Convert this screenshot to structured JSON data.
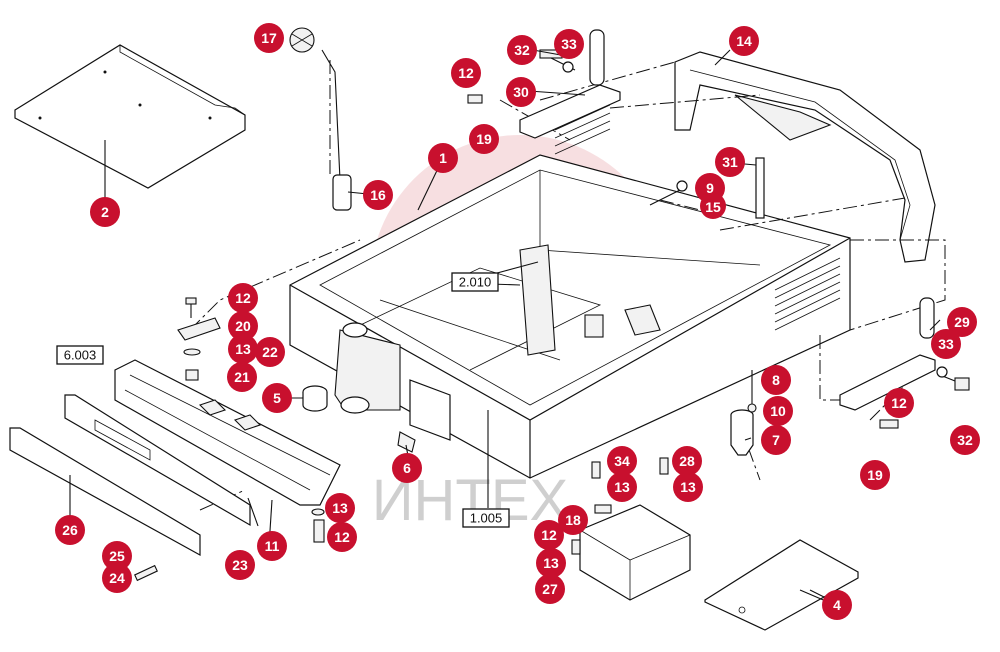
{
  "colors": {
    "callout": "#c8102e",
    "callout_text": "#ffffff",
    "line": "#111111",
    "watermark": "#e8a3a8"
  },
  "watermark_text": "ИНТЕХ",
  "references": [
    {
      "id": "ref-2010",
      "label": "2.010"
    },
    {
      "id": "ref-6003",
      "label": "6.003"
    },
    {
      "id": "ref-1005",
      "label": "1.005"
    }
  ],
  "callouts": [
    {
      "id": "c1",
      "label": "1"
    },
    {
      "id": "c2",
      "label": "2"
    },
    {
      "id": "c4",
      "label": "4"
    },
    {
      "id": "c5",
      "label": "5"
    },
    {
      "id": "c6",
      "label": "6"
    },
    {
      "id": "c7",
      "label": "7"
    },
    {
      "id": "c8",
      "label": "8"
    },
    {
      "id": "c9",
      "label": "9"
    },
    {
      "id": "c10",
      "label": "10"
    },
    {
      "id": "c11",
      "label": "11"
    },
    {
      "id": "c12a",
      "label": "12"
    },
    {
      "id": "c12b",
      "label": "12"
    },
    {
      "id": "c12c",
      "label": "12"
    },
    {
      "id": "c12d",
      "label": "12"
    },
    {
      "id": "c12e",
      "label": "12"
    },
    {
      "id": "c13a",
      "label": "13"
    },
    {
      "id": "c13b",
      "label": "13"
    },
    {
      "id": "c13c",
      "label": "13"
    },
    {
      "id": "c13d",
      "label": "13"
    },
    {
      "id": "c13e",
      "label": "13"
    },
    {
      "id": "c14",
      "label": "14"
    },
    {
      "id": "c15",
      "label": "15"
    },
    {
      "id": "c16",
      "label": "16"
    },
    {
      "id": "c17",
      "label": "17"
    },
    {
      "id": "c18",
      "label": "18"
    },
    {
      "id": "c19a",
      "label": "19"
    },
    {
      "id": "c19b",
      "label": "19"
    },
    {
      "id": "c20",
      "label": "20"
    },
    {
      "id": "c21",
      "label": "21"
    },
    {
      "id": "c22",
      "label": "22"
    },
    {
      "id": "c23",
      "label": "23"
    },
    {
      "id": "c24",
      "label": "24"
    },
    {
      "id": "c25",
      "label": "25"
    },
    {
      "id": "c26",
      "label": "26"
    },
    {
      "id": "c27",
      "label": "27"
    },
    {
      "id": "c28",
      "label": "28"
    },
    {
      "id": "c29",
      "label": "29"
    },
    {
      "id": "c30",
      "label": "30"
    },
    {
      "id": "c31",
      "label": "31"
    },
    {
      "id": "c32a",
      "label": "32"
    },
    {
      "id": "c32b",
      "label": "32"
    },
    {
      "id": "c33a",
      "label": "33"
    },
    {
      "id": "c33b",
      "label": "33"
    },
    {
      "id": "c34",
      "label": "34"
    }
  ]
}
